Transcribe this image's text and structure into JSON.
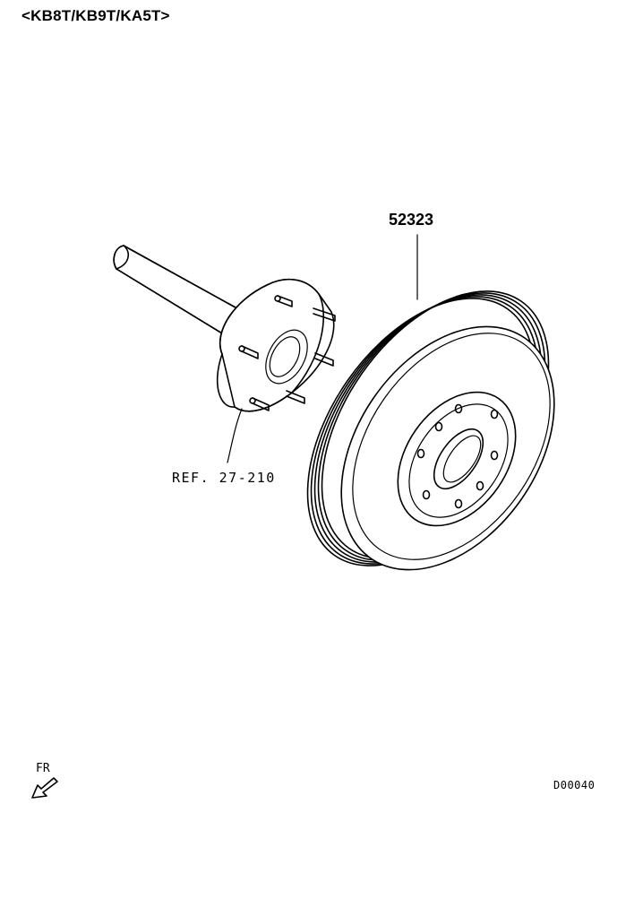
{
  "header": {
    "model_codes": "<KB8T/KB9T/KA5T>"
  },
  "callouts": {
    "part_number": "52323",
    "reference": "REF. 27-210"
  },
  "orientation": {
    "label": "FR"
  },
  "footer": {
    "diagram_code": "D00040"
  }
}
